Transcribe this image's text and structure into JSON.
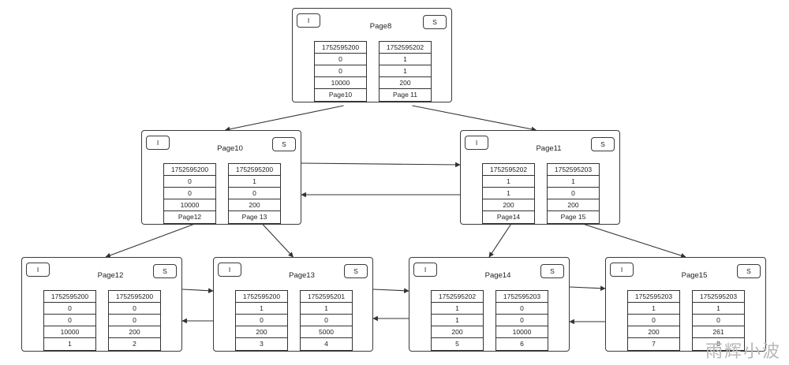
{
  "pages": [
    {
      "id": "page8",
      "title": "Page8",
      "left_tag": "I",
      "right_tag": "S",
      "records": [
        [
          "1752595200",
          "0",
          "0",
          "10000",
          "Page10"
        ],
        [
          "1752595202",
          "1",
          "1",
          "200",
          "Page 11"
        ]
      ]
    },
    {
      "id": "page10",
      "title": "Page10",
      "left_tag": "I",
      "right_tag": "S",
      "records": [
        [
          "1752595200",
          "0",
          "0",
          "10000",
          "Page12"
        ],
        [
          "1752595200",
          "1",
          "0",
          "200",
          "Page 13"
        ]
      ]
    },
    {
      "id": "page11",
      "title": "Page11",
      "left_tag": "I",
      "right_tag": "S",
      "records": [
        [
          "1752595202",
          "1",
          "1",
          "200",
          "Page14"
        ],
        [
          "1752595203",
          "1",
          "0",
          "200",
          "Page 15"
        ]
      ]
    },
    {
      "id": "page12",
      "title": "Page12",
      "left_tag": "I",
      "right_tag": "S",
      "records": [
        [
          "1752595200",
          "0",
          "0",
          "10000",
          "1"
        ],
        [
          "1752595200",
          "0",
          "0",
          "200",
          "2"
        ]
      ]
    },
    {
      "id": "page13",
      "title": "Page13",
      "left_tag": "I",
      "right_tag": "S",
      "records": [
        [
          "1752595200",
          "1",
          "0",
          "200",
          "3"
        ],
        [
          "1752595201",
          "1",
          "0",
          "5000",
          "4"
        ]
      ]
    },
    {
      "id": "page14",
      "title": "Page14",
      "left_tag": "I",
      "right_tag": "S",
      "records": [
        [
          "1752595202",
          "1",
          "1",
          "200",
          "5"
        ],
        [
          "1752595203",
          "0",
          "0",
          "10000",
          "6"
        ]
      ]
    },
    {
      "id": "page15",
      "title": "Page15",
      "left_tag": "I",
      "right_tag": "S",
      "records": [
        [
          "1752595203",
          "1",
          "0",
          "200",
          "7"
        ],
        [
          "1752595203",
          "1",
          "0",
          "261",
          "8"
        ]
      ]
    }
  ],
  "watermark": "雨辉小波"
}
